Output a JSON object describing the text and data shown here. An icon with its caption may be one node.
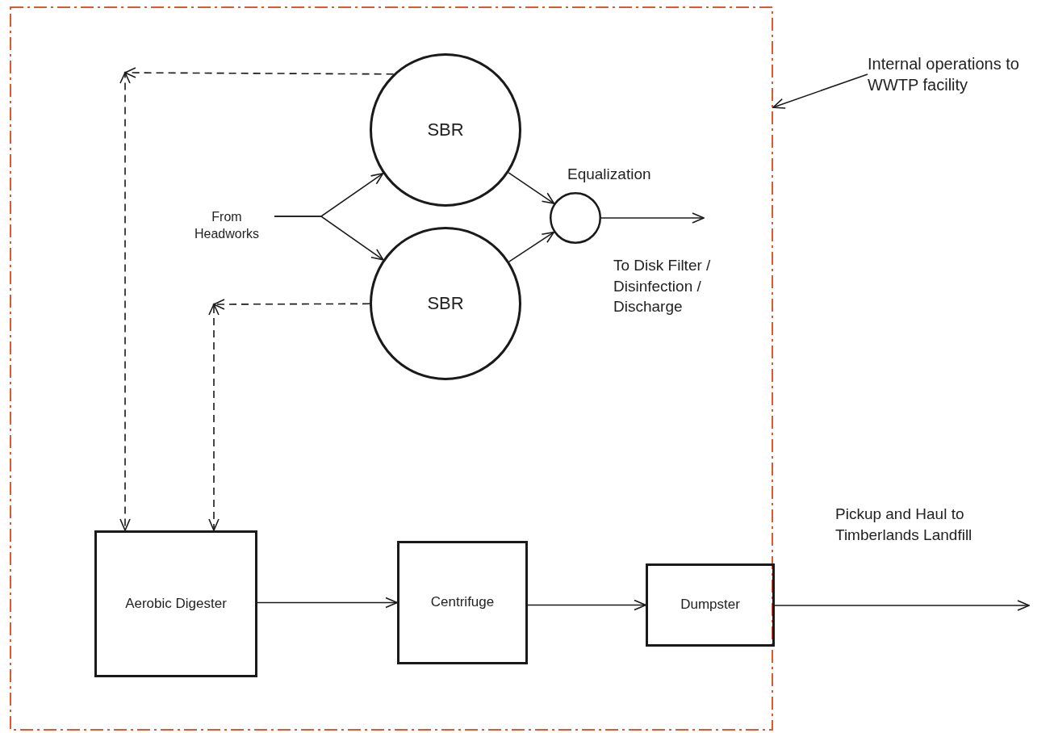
{
  "diagram": {
    "nodes": [
      {
        "text": [],
        "shape": "box"
      },
      {
        "text": [
          "Internal operations to WWTP facility"
        ]
      },
      {
        "text": [
          "From Headworks"
        ],
        "in": 0
      },
      {
        "text": [
          "SBR"
        ],
        "in": 0
      },
      {
        "text": [
          "SBR"
        ],
        "in": 0
      },
      {
        "text": [
          "Equalization"
        ],
        "in": 0
      },
      {
        "text": [
          "Aerobic Digester"
        ],
        "in": 0
      },
      {
        "text": [
          "Centrifuge"
        ],
        "in": 0
      },
      {
        "text": [
          "Dumpster"
        ],
        "in": 0
      }
    ],
    "edges": [
      {
        "from": 1,
        "to": 0,
        "arrow": "to"
      },
      {
        "from": 2,
        "to": 3,
        "arrow": "to"
      },
      {
        "from": 2,
        "to": 4,
        "arrow": "to"
      },
      {
        "from": 3,
        "to": 5,
        "arrow": "to"
      },
      {
        "from": 4,
        "to": 5,
        "arrow": "to"
      },
      {
        "from": 5,
        "to": null,
        "arrow": "to",
        "label": "To Disk Filter / Disinfection / Discharge"
      },
      {
        "from": 3,
        "to": 6,
        "arrow": "to",
        "style": "dashed"
      },
      {
        "from": 4,
        "to": 6,
        "arrow": "to",
        "style": "dashed"
      },
      {
        "from": 6,
        "to": 7,
        "arrow": "to"
      },
      {
        "from": 7,
        "to": 8,
        "arrow": "to"
      },
      {
        "from": 8,
        "to": null,
        "arrow": "to",
        "label": "Pickup and Haul to Timberlands Landfill"
      }
    ]
  }
}
